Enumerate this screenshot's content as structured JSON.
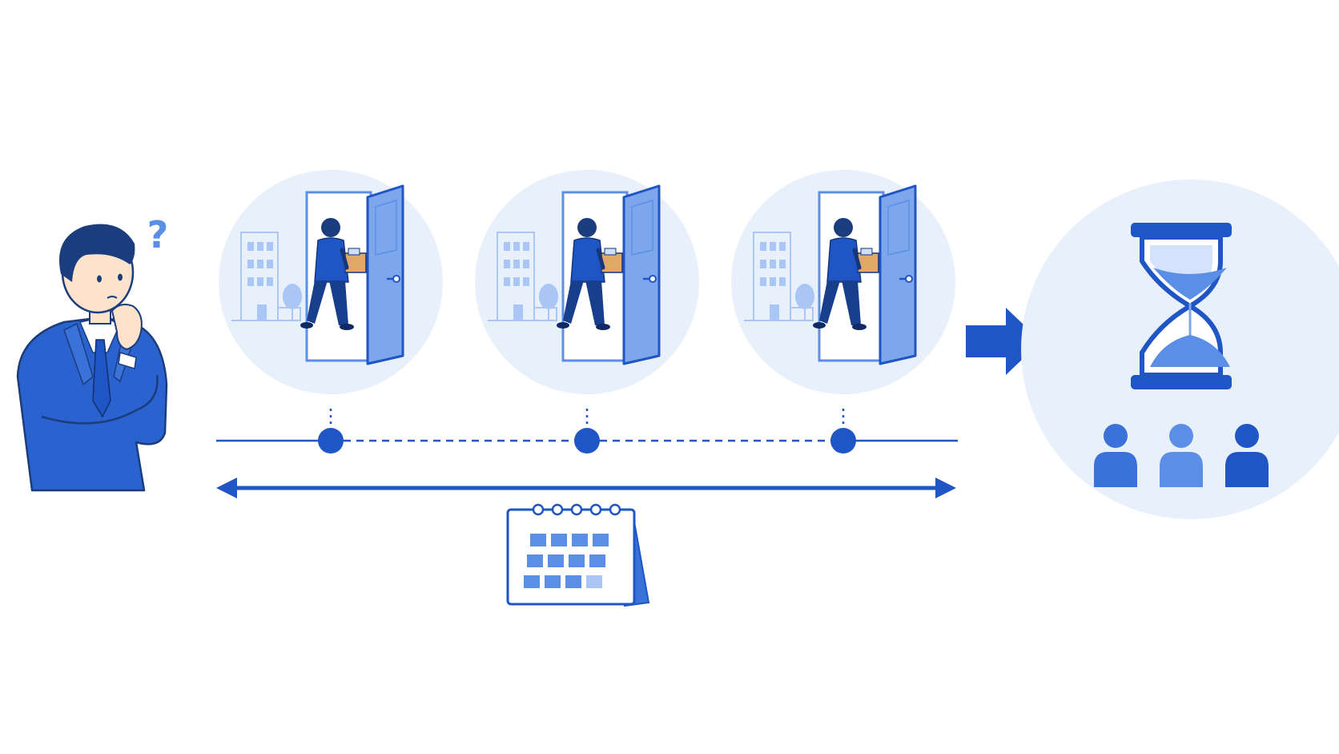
{
  "diagram": {
    "theme": {
      "primary": "#1f55c4",
      "mid": "#5b8fe6",
      "light": "#a9c6f5",
      "pale": "#e8f0fc",
      "skin": "#fde3cc",
      "box": "#e1a868"
    },
    "nodes": [
      {
        "id": "thinking-person",
        "icon": "thinking-businessman-icon",
        "badge": "?"
      },
      {
        "id": "departure-1",
        "icon": "employee-leaving-door-icon"
      },
      {
        "id": "departure-2",
        "icon": "employee-leaving-door-icon"
      },
      {
        "id": "departure-3",
        "icon": "employee-leaving-door-icon"
      },
      {
        "id": "result",
        "icons": [
          "hourglass-icon",
          "people-group-icon"
        ]
      }
    ],
    "timeline": {
      "markers": 3,
      "span_icon": "calendar-icon"
    },
    "connector": "arrow-right-icon"
  }
}
